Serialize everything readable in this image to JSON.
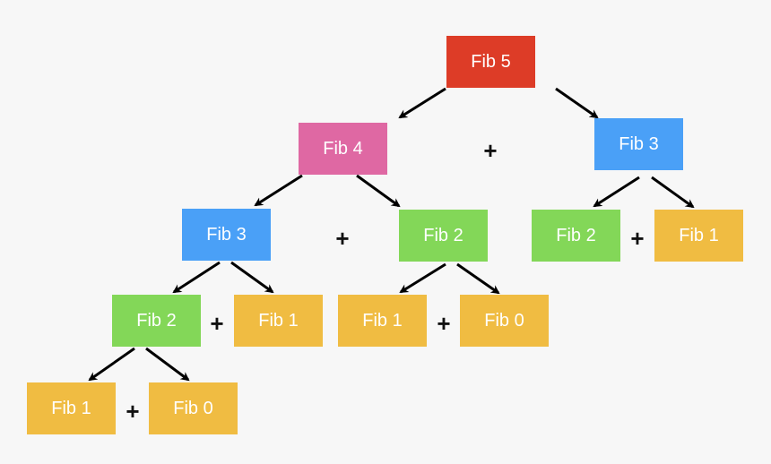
{
  "title": "Fibonacci recursion tree for Fib 5",
  "colors": {
    "fib5": "#dd3c27",
    "fib4": "#df68a3",
    "fib3": "#4aa0f7",
    "fib2": "#83d758",
    "fib1": "#f0bc42",
    "fib0": "#f0bc42",
    "arrow": "#000000",
    "plus": "#111111",
    "background": "#f7f7f7"
  },
  "nodes": [
    {
      "id": "n5",
      "label": "Fib 5",
      "level": 0
    },
    {
      "id": "n4",
      "label": "Fib 4",
      "level": 1
    },
    {
      "id": "n3r",
      "label": "Fib 3",
      "level": 1
    },
    {
      "id": "n3l",
      "label": "Fib 3",
      "level": 2
    },
    {
      "id": "n2m",
      "label": "Fib 2",
      "level": 2
    },
    {
      "id": "n2r",
      "label": "Fib 2",
      "level": 2
    },
    {
      "id": "n1r",
      "label": "Fib 1",
      "level": 2
    },
    {
      "id": "n2l",
      "label": "Fib 2",
      "level": 3
    },
    {
      "id": "n1a",
      "label": "Fib 1",
      "level": 3
    },
    {
      "id": "n1m",
      "label": "Fib 1",
      "level": 3
    },
    {
      "id": "n0m",
      "label": "Fib 0",
      "level": 3
    },
    {
      "id": "n1b",
      "label": "Fib 1",
      "level": 4
    },
    {
      "id": "n0b",
      "label": "Fib 0",
      "level": 4
    }
  ],
  "edges": [
    {
      "from": "n5",
      "to": "n4"
    },
    {
      "from": "n5",
      "to": "n3r"
    },
    {
      "from": "n4",
      "to": "n3l"
    },
    {
      "from": "n4",
      "to": "n2m"
    },
    {
      "from": "n3r",
      "to": "n2r"
    },
    {
      "from": "n3r",
      "to": "n1r"
    },
    {
      "from": "n3l",
      "to": "n2l"
    },
    {
      "from": "n3l",
      "to": "n1a"
    },
    {
      "from": "n2m",
      "to": "n1m"
    },
    {
      "from": "n2m",
      "to": "n0m"
    },
    {
      "from": "n2l",
      "to": "n1b"
    },
    {
      "from": "n2l",
      "to": "n0b"
    }
  ],
  "operators": {
    "plus": "+"
  }
}
